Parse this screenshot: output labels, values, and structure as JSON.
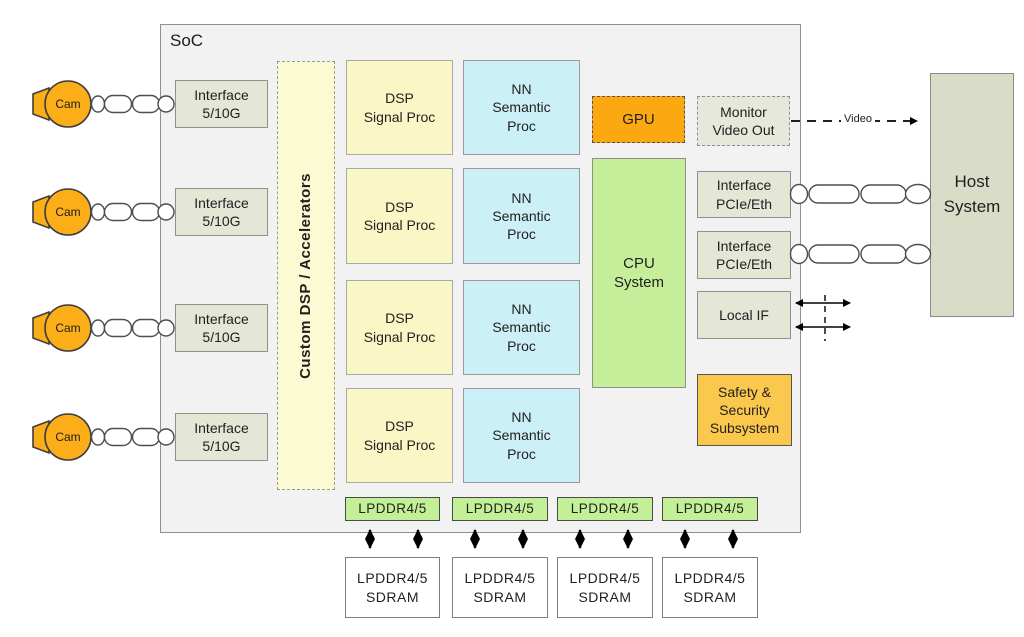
{
  "soc": {
    "label": "SoC"
  },
  "cameras": {
    "items": [
      "Cam",
      "Cam",
      "Cam",
      "Cam"
    ]
  },
  "capture_interfaces": {
    "items": [
      "Interface\n5/10G",
      "Interface\n5/10G",
      "Interface\n5/10G",
      "Interface\n5/10G"
    ]
  },
  "custom_dsp": {
    "label": "Custom DSP / Accelerators"
  },
  "dsp_blocks": {
    "items": [
      "DSP\nSignal Proc",
      "DSP\nSignal Proc",
      "DSP\nSignal Proc",
      "DSP\nSignal Proc"
    ]
  },
  "nn_blocks": {
    "items": [
      "NN\nSemantic\nProc",
      "NN\nSemantic\nProc",
      "NN\nSemantic\nProc",
      "NN\nSemantic\nProc"
    ]
  },
  "gpu": {
    "label": "GPU"
  },
  "monitor_video_out": {
    "label": "Monitor\nVideo Out"
  },
  "cpu_system": {
    "label": "CPU\nSystem"
  },
  "host_interfaces": {
    "items": [
      "Interface\nPCIe/Eth",
      "Interface\nPCIe/Eth"
    ]
  },
  "local_if": {
    "label": "Local IF"
  },
  "safety_subsystem": {
    "label": "Safety &\nSecurity\nSubsystem"
  },
  "memory_controllers": {
    "items": [
      "LPDDR4/5",
      "LPDDR4/5",
      "LPDDR4/5",
      "LPDDR4/5"
    ]
  },
  "sdram_chips": {
    "items": [
      "LPDDR4/5\nSDRAM",
      "LPDDR4/5\nSDRAM",
      "LPDDR4/5\nSDRAM",
      "LPDDR4/5\nSDRAM"
    ]
  },
  "host_system": {
    "label": "Host\nSystem"
  },
  "video_link": {
    "label": "Video"
  },
  "colors": {
    "soc_bg": "#f2f2f2",
    "camera_orange": "#fbae17",
    "gpu_orange": "#fca911",
    "cpu_green": "#c6ee9a",
    "lpddr_green": "#c3ef96",
    "nn_cyan": "#cbf0f8",
    "dsp_yellow": "#faf6c6",
    "custom_yellow": "#fcfad2",
    "interface_sage": "#e4e6d6",
    "safety_amber": "#fbc84e",
    "host_olive": "#d9ddc8",
    "monitor_gray": "#e6e8dc",
    "sdram_white": "#ffffff"
  }
}
